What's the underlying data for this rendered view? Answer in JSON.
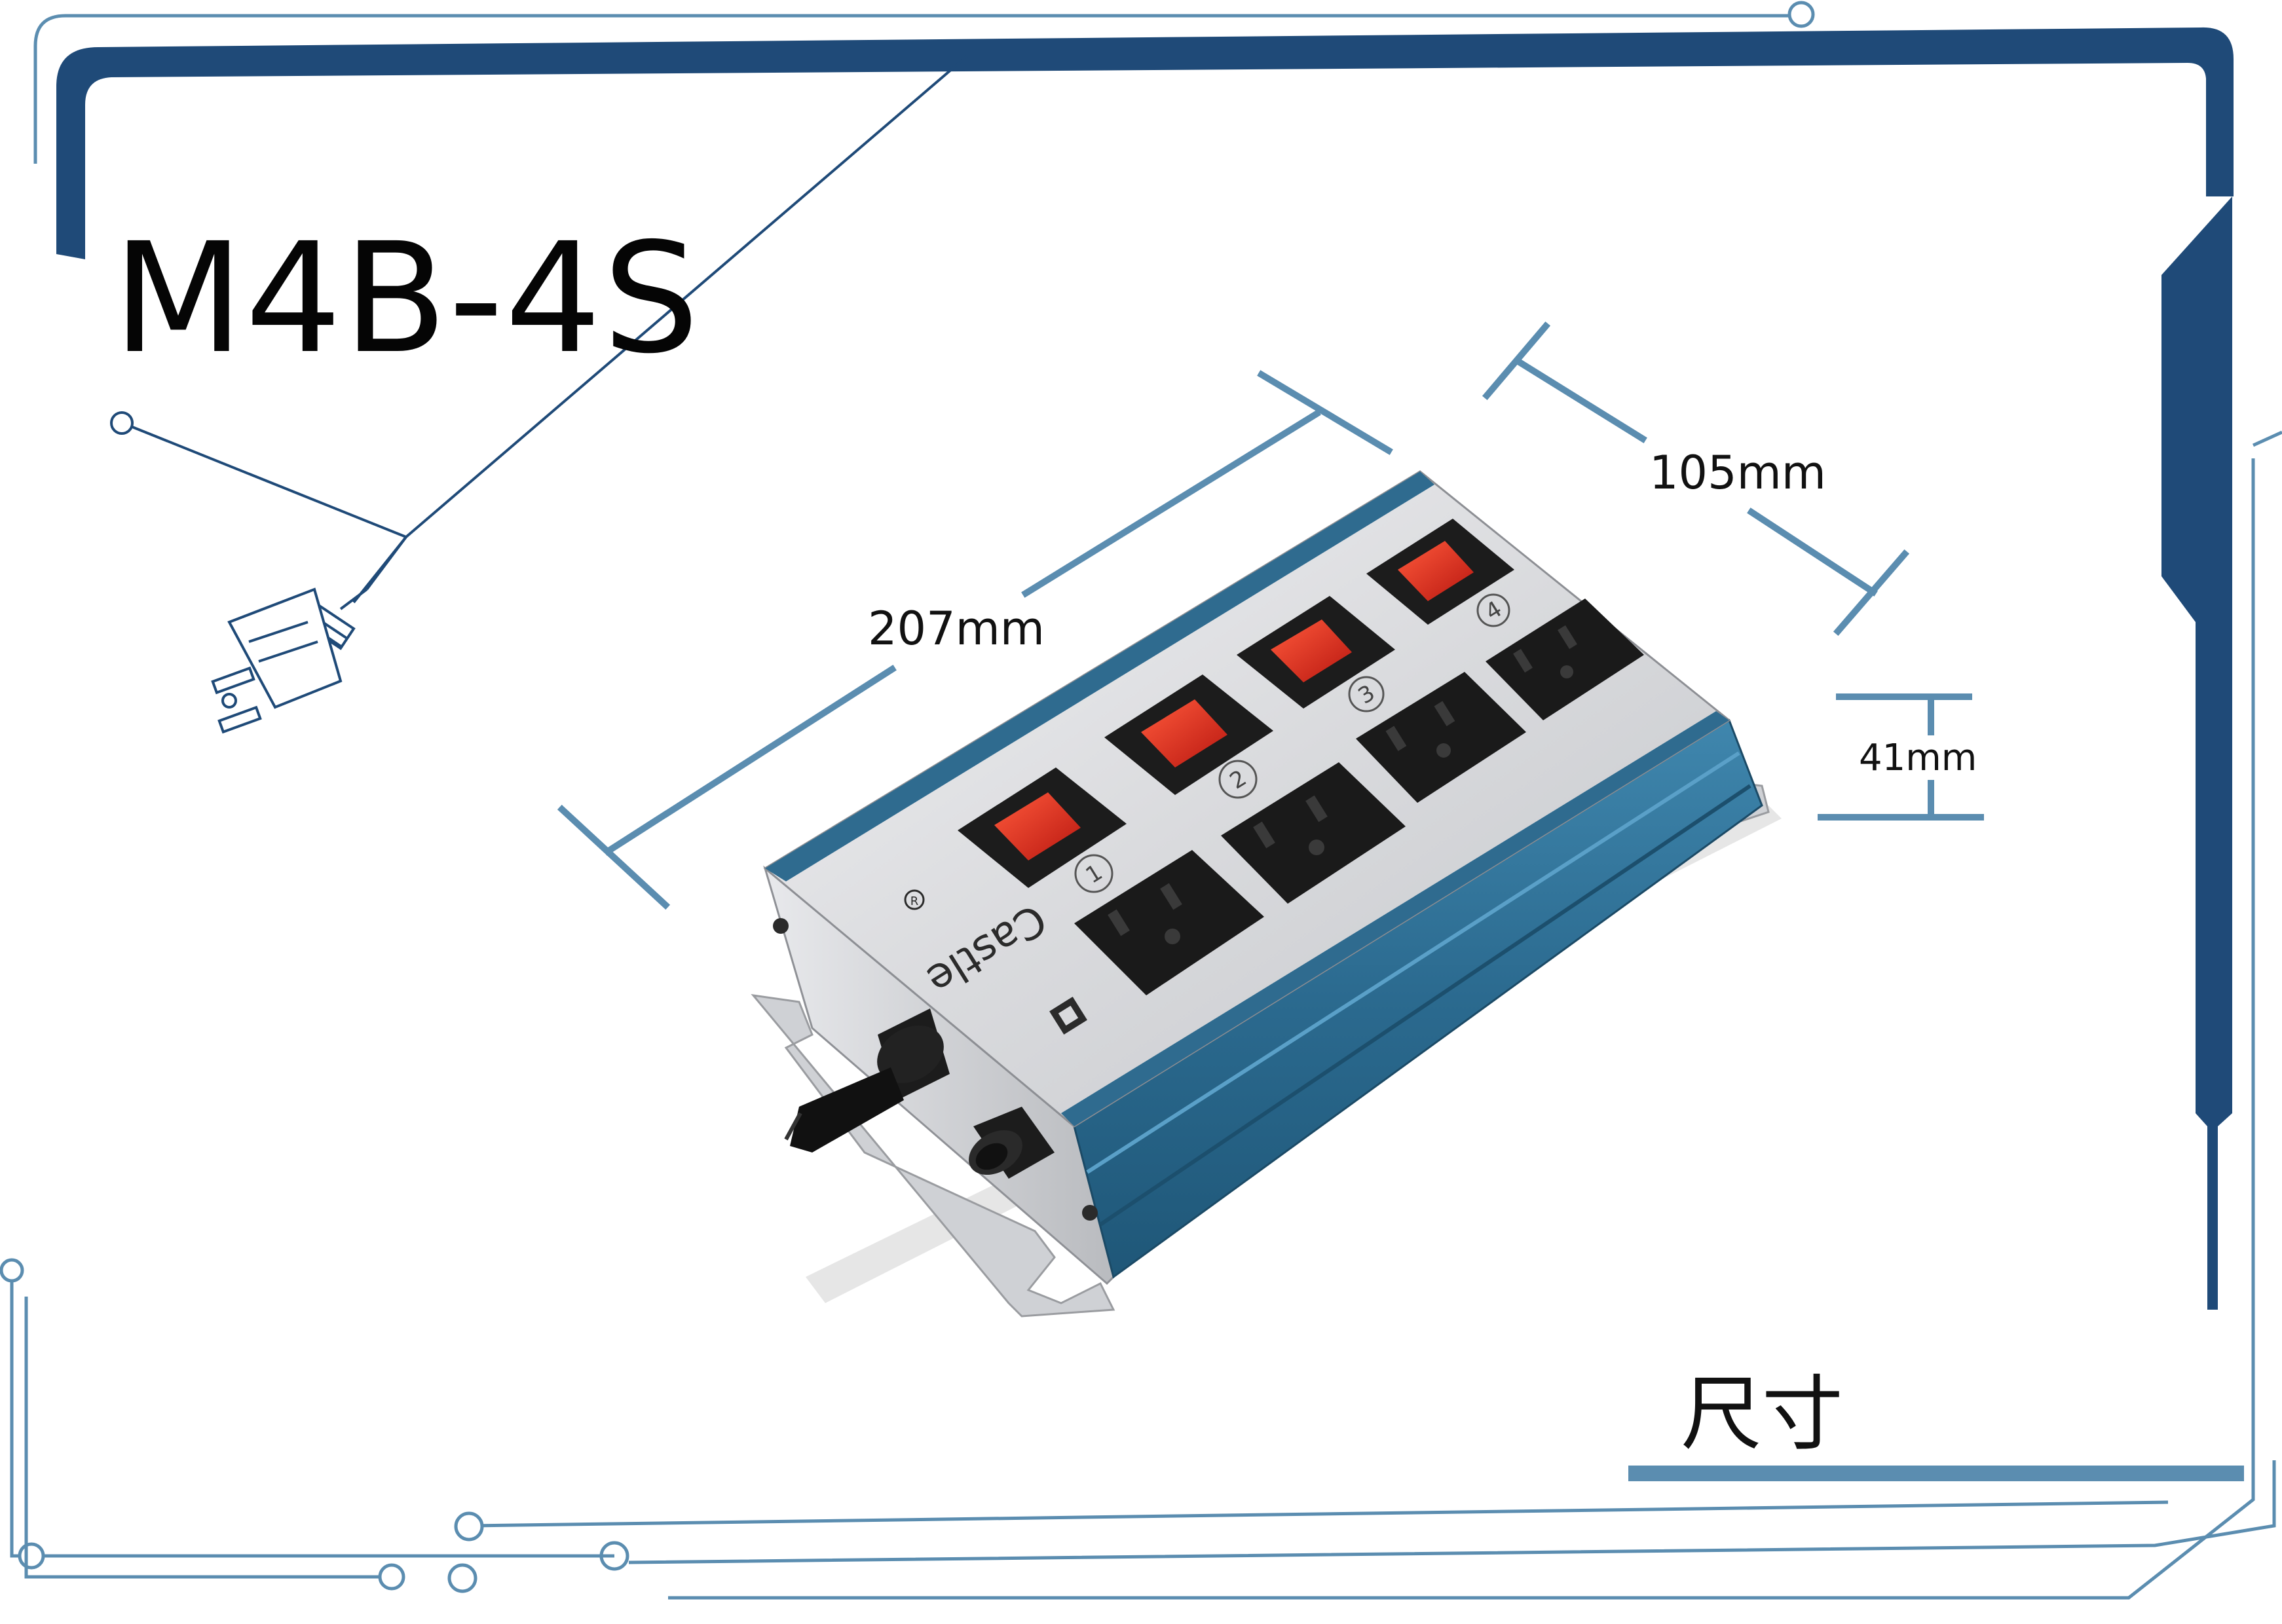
{
  "title": "M4B-4S",
  "brand": "Castle",
  "dimensions": {
    "length": "207mm",
    "width": "105mm",
    "height": "41mm"
  },
  "outlet_numbers": [
    "1",
    "2",
    "3",
    "4"
  ],
  "section_label": "尺寸",
  "colors": {
    "frame_dark_blue": "#1f4a78",
    "accent_steel_blue": "#5b8db0",
    "housing_teal": "#2f6b8f",
    "panel_silver": "#dcdde0",
    "switch_red": "#d3221b",
    "outlet_black": "#1a1a1a"
  },
  "icons": [
    "power-plug-icon",
    "registered-mark-icon",
    "castle-logo-icon"
  ]
}
